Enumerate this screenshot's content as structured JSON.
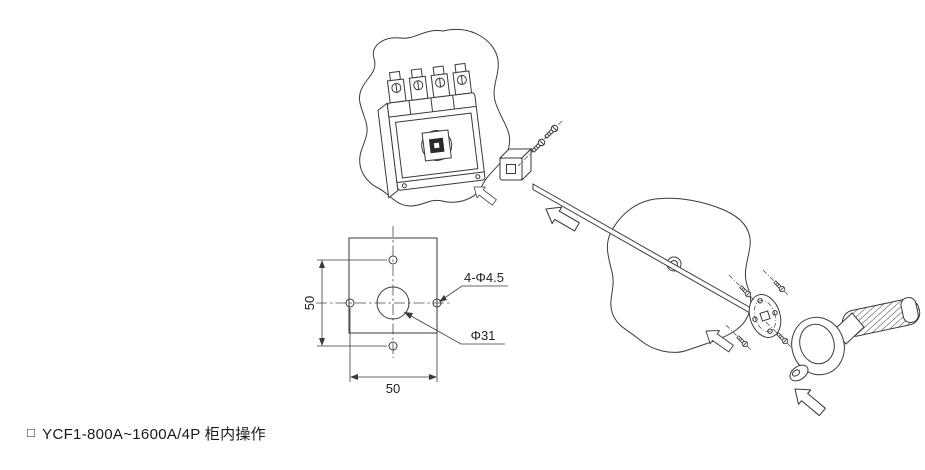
{
  "caption": {
    "bullet": "□",
    "text": "YCF1-800A~1600A/4P 柜内操作"
  },
  "labels": {
    "dim_vertical": "50",
    "dim_horizontal": "50",
    "holes": "4-Φ4.5",
    "center_hole": "Φ31"
  },
  "colors": {
    "line": "#3a3a3a",
    "background": "#ffffff"
  }
}
